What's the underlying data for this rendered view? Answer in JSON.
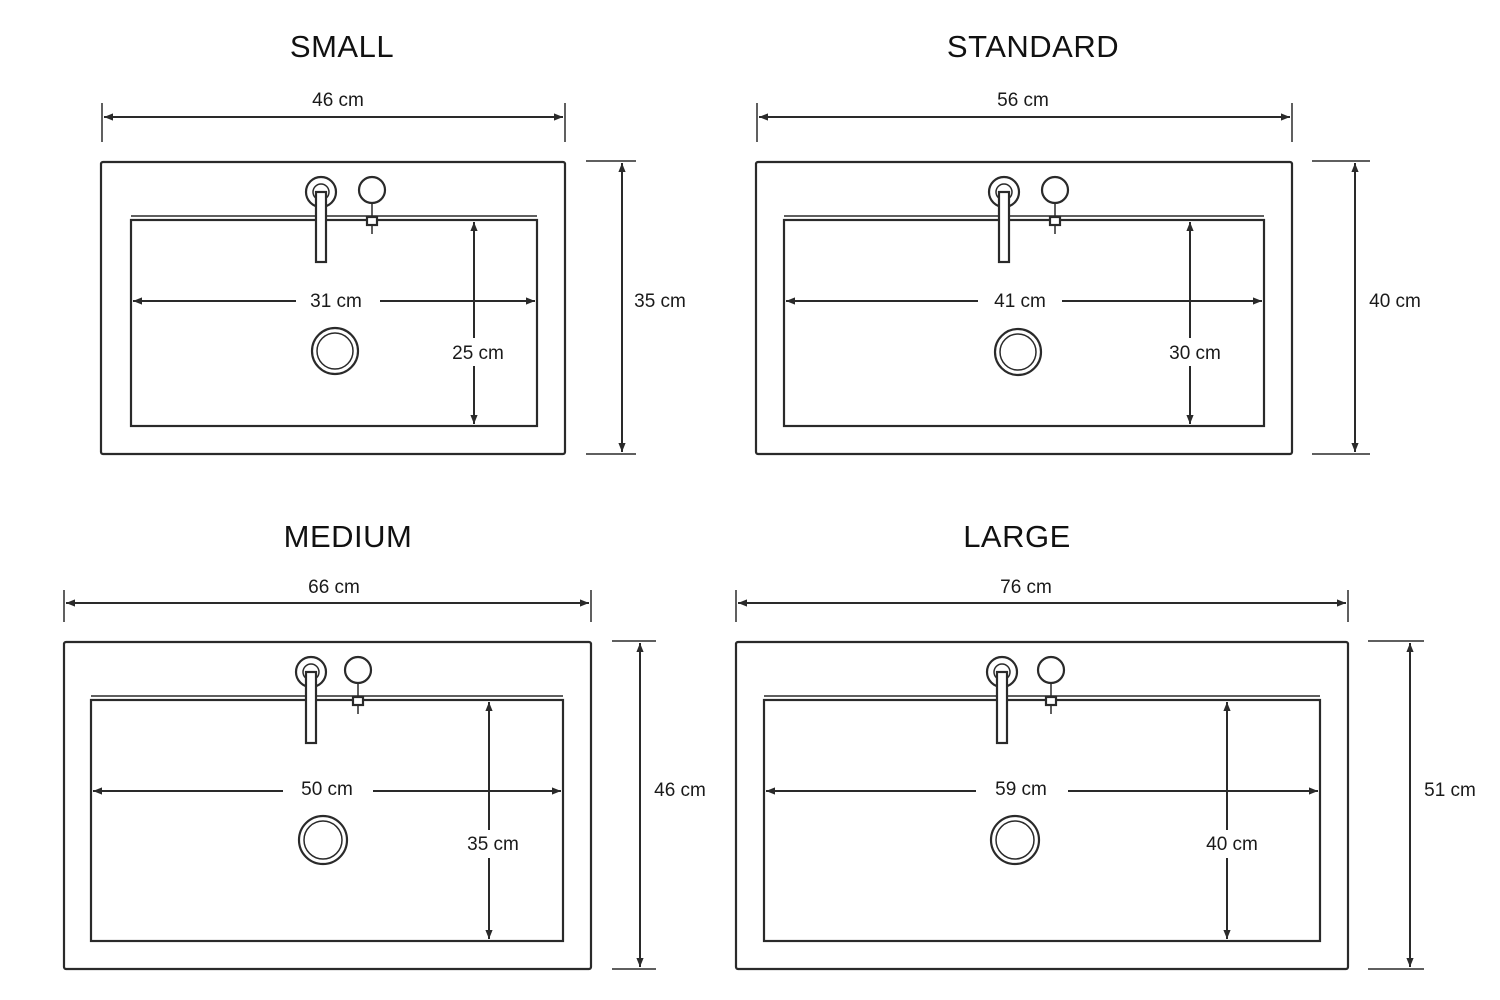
{
  "sinks": [
    {
      "id": "small",
      "title": "SMALL",
      "outer_width": "46 cm",
      "outer_depth": "35 cm",
      "inner_width": "31 cm",
      "inner_depth": "25 cm"
    },
    {
      "id": "standard",
      "title": "STANDARD",
      "outer_width": "56 cm",
      "outer_depth": "40 cm",
      "inner_width": "41 cm",
      "inner_depth": "30 cm"
    },
    {
      "id": "medium",
      "title": "MEDIUM",
      "outer_width": "66 cm",
      "outer_depth": "46 cm",
      "inner_width": "50 cm",
      "inner_depth": "35 cm"
    },
    {
      "id": "large",
      "title": "LARGE",
      "outer_width": "76 cm",
      "outer_depth": "51 cm",
      "inner_width": "59 cm",
      "inner_depth": "40 cm"
    }
  ]
}
